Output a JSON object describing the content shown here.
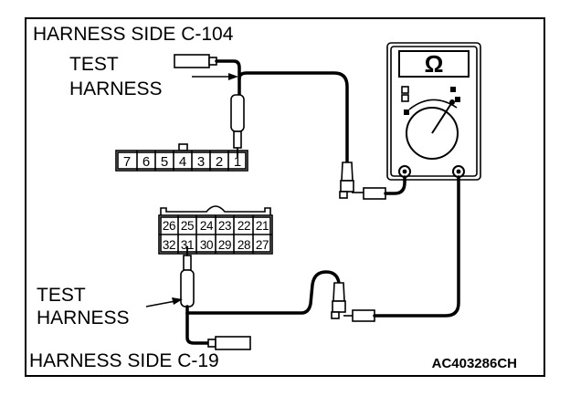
{
  "labels": {
    "top_title": "HARNESS SIDE C-104",
    "bottom_title": "HARNESS SIDE C-19",
    "test_harness_top_line1": "TEST",
    "test_harness_top_line2": "HARNESS",
    "test_harness_bottom_line1": "TEST",
    "test_harness_bottom_line2": "HARNESS",
    "code": "AC403286CH"
  },
  "meter": {
    "display": "Ω"
  },
  "connector_c104": {
    "pins": [
      "7",
      "6",
      "5",
      "4",
      "3",
      "2",
      "1"
    ]
  },
  "connector_c19": {
    "row1": [
      "26",
      "25",
      "24",
      "23",
      "22",
      "21"
    ],
    "row2": [
      "32",
      "31",
      "30",
      "29",
      "28",
      "27"
    ]
  }
}
